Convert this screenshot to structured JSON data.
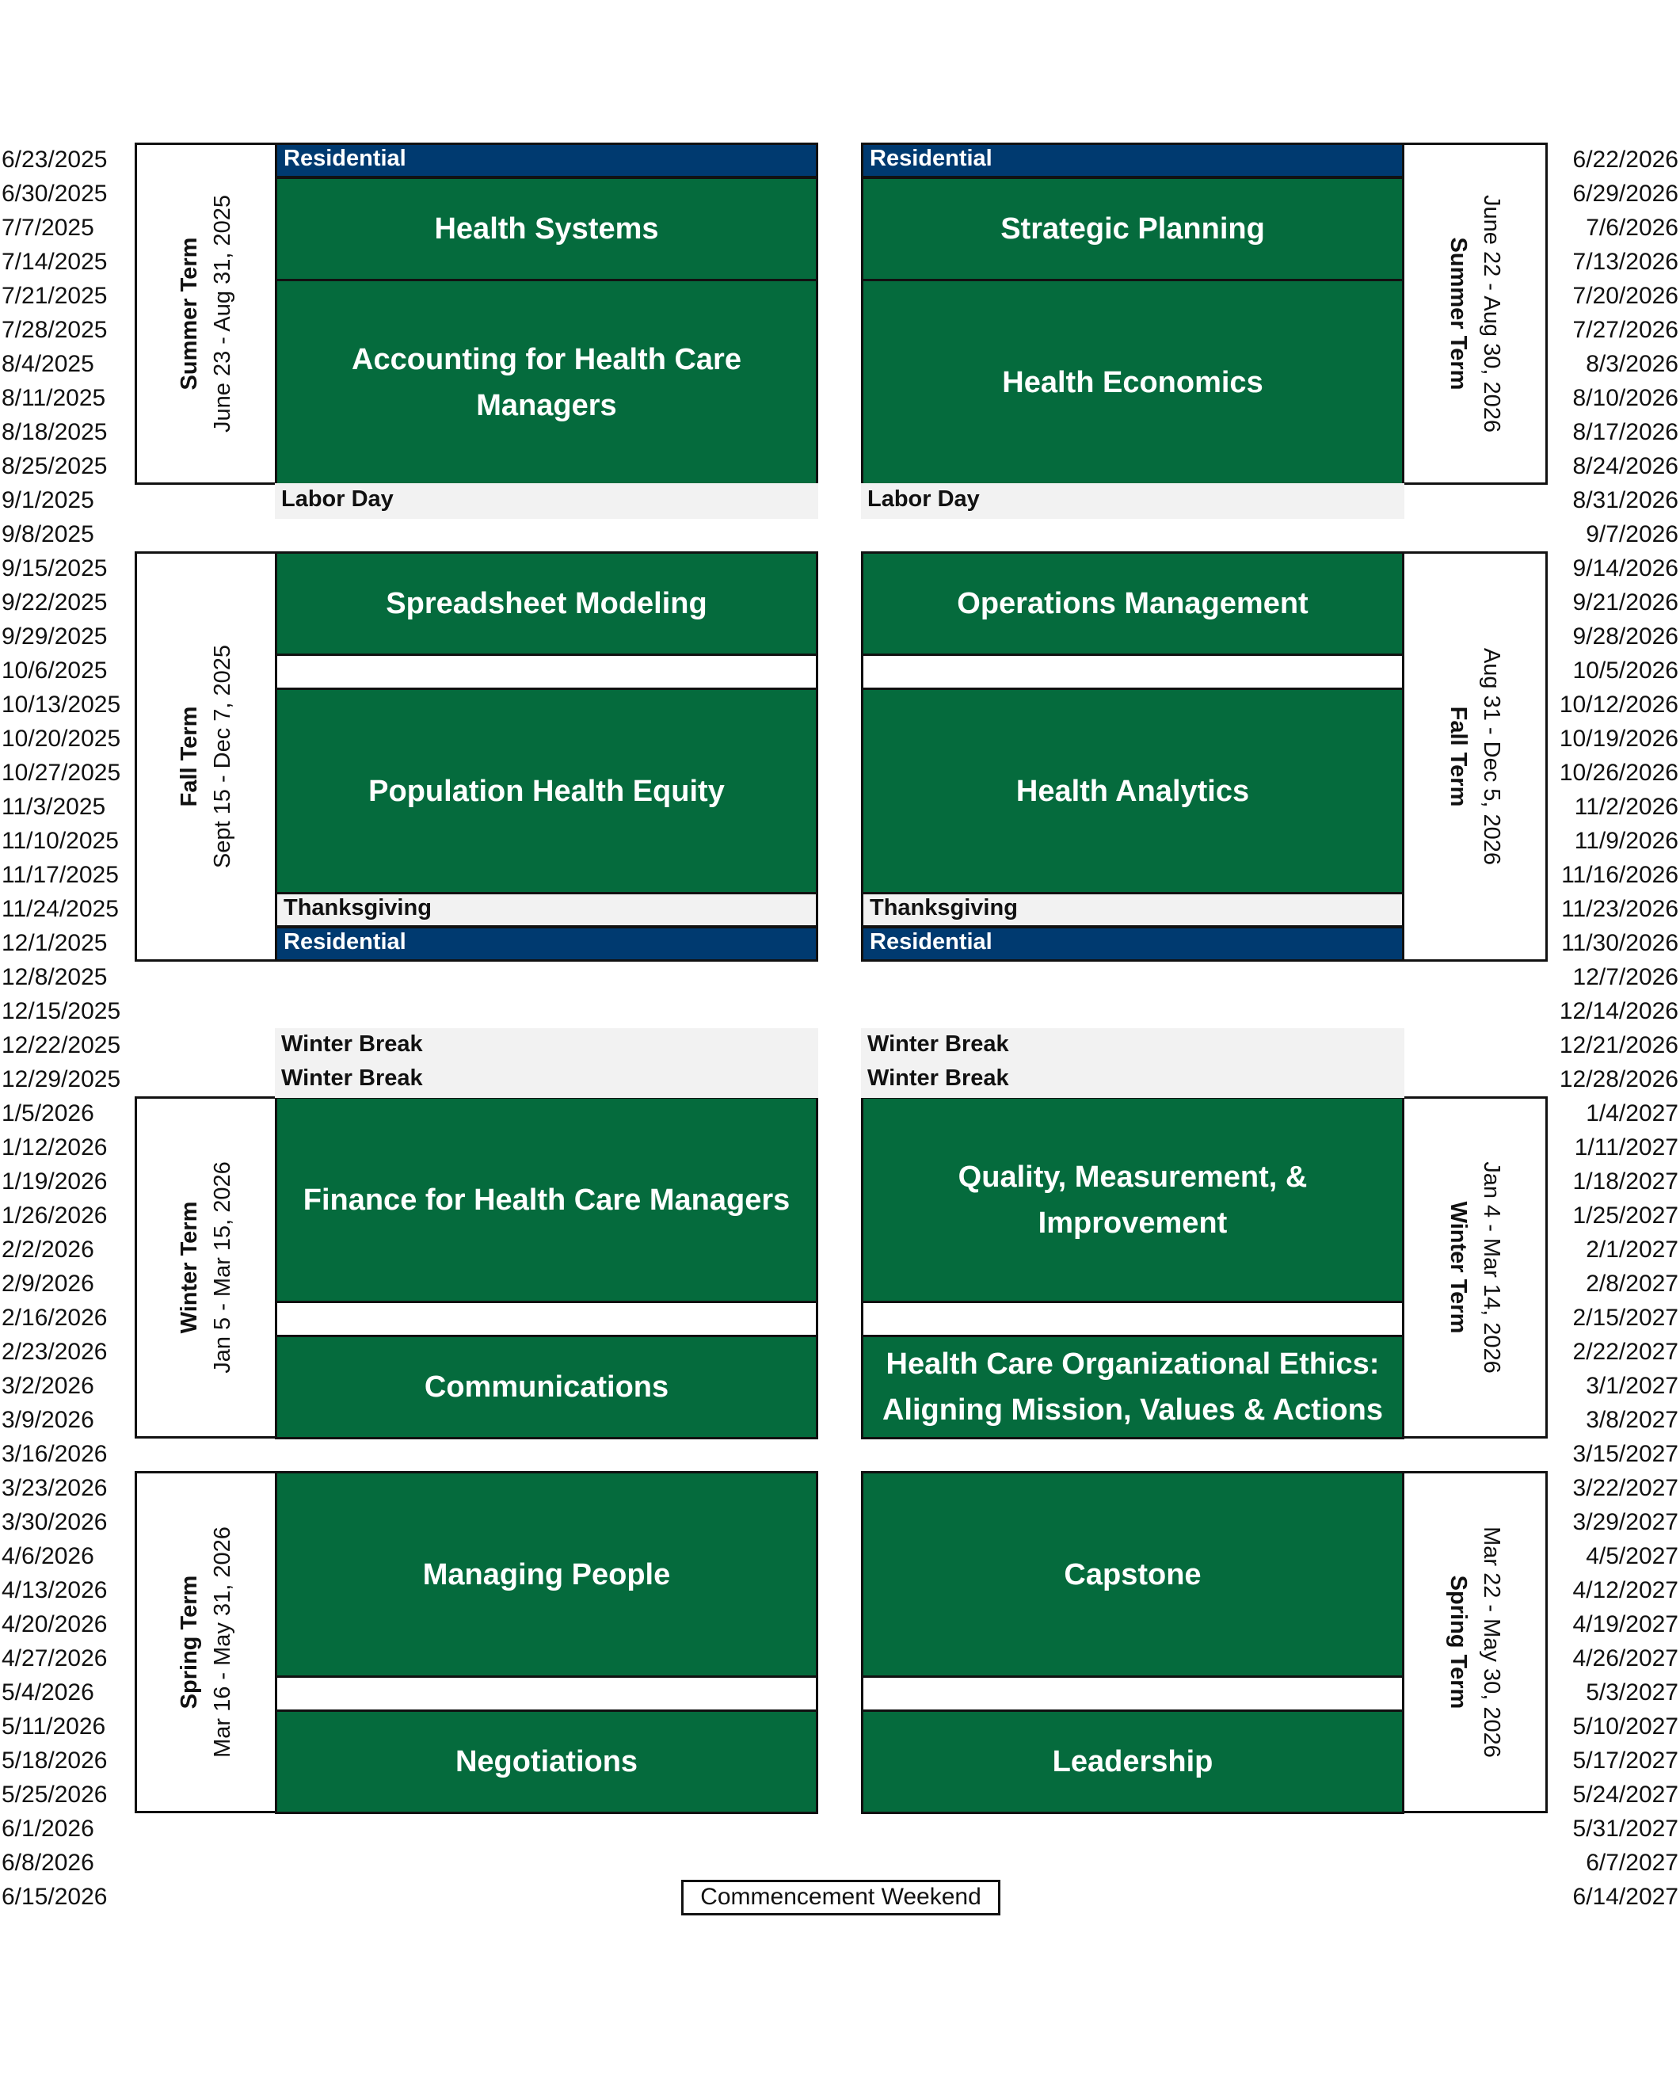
{
  "left_dates": [
    "6/23/2025",
    "6/30/2025",
    "7/7/2025",
    "7/14/2025",
    "7/21/2025",
    "7/28/2025",
    "8/4/2025",
    "8/11/2025",
    "8/18/2025",
    "8/25/2025",
    "9/1/2025",
    "9/8/2025",
    "9/15/2025",
    "9/22/2025",
    "9/29/2025",
    "10/6/2025",
    "10/13/2025",
    "10/20/2025",
    "10/27/2025",
    "11/3/2025",
    "11/10/2025",
    "11/17/2025",
    "11/24/2025",
    "12/1/2025",
    "12/8/2025",
    "12/15/2025",
    "12/22/2025",
    "12/29/2025",
    "1/5/2026",
    "1/12/2026",
    "1/19/2026",
    "1/26/2026",
    "2/2/2026",
    "2/9/2026",
    "2/16/2026",
    "2/23/2026",
    "3/2/2026",
    "3/9/2026",
    "3/16/2026",
    "3/23/2026",
    "3/30/2026",
    "4/6/2026",
    "4/13/2026",
    "4/20/2026",
    "4/27/2026",
    "5/4/2026",
    "5/11/2026",
    "5/18/2026",
    "5/25/2026",
    "6/1/2026",
    "6/8/2026",
    "6/15/2026"
  ],
  "right_dates": [
    "6/22/2026",
    "6/29/2026",
    "7/6/2026",
    "7/13/2026",
    "7/20/2026",
    "7/27/2026",
    "8/3/2026",
    "8/10/2026",
    "8/17/2026",
    "8/24/2026",
    "8/31/2026",
    "9/7/2026",
    "9/14/2026",
    "9/21/2026",
    "9/28/2026",
    "10/5/2026",
    "10/12/2026",
    "10/19/2026",
    "10/26/2026",
    "11/2/2026",
    "11/9/2026",
    "11/16/2026",
    "11/23/2026",
    "11/30/2026",
    "12/7/2026",
    "12/14/2026",
    "12/21/2026",
    "12/28/2026",
    "1/4/2027",
    "1/11/2027",
    "1/18/2027",
    "1/25/2027",
    "2/1/2027",
    "2/8/2027",
    "2/15/2027",
    "2/22/2027",
    "3/1/2027",
    "3/8/2027",
    "3/15/2027",
    "3/22/2027",
    "3/29/2027",
    "4/5/2027",
    "4/12/2027",
    "4/19/2027",
    "4/26/2027",
    "5/3/2027",
    "5/10/2027",
    "5/17/2027",
    "5/24/2027",
    "5/31/2027",
    "6/7/2027",
    "6/14/2027"
  ],
  "year1": {
    "terms": [
      {
        "name": "Summer Term",
        "range": "June 23 - Aug 31, 2025"
      },
      {
        "name": "Fall Term",
        "range": "Sept 15 - Dec 7, 2025"
      },
      {
        "name": "Winter Term",
        "range": "Jan 5 - Mar 15, 2026"
      },
      {
        "name": "Spring Term",
        "range": "Mar 16 - May 31, 2026"
      }
    ],
    "courses": [
      {
        "lines": [
          "Health Systems"
        ]
      },
      {
        "lines": [
          "Accounting for Health Care",
          "Managers"
        ]
      },
      {
        "lines": [
          "Spreadsheet Modeling"
        ]
      },
      {
        "lines": [
          "Population Health Equity"
        ]
      },
      {
        "lines": [
          "Finance for Health Care Managers"
        ]
      },
      {
        "lines": [
          "Communications"
        ]
      },
      {
        "lines": [
          "Managing People"
        ]
      },
      {
        "lines": [
          "Negotiations"
        ]
      }
    ]
  },
  "year2": {
    "terms": [
      {
        "name": "Summer Term",
        "range": "June 22 - Aug 30, 2026"
      },
      {
        "name": "Fall Term",
        "range": "Aug 31 - Dec 5, 2026"
      },
      {
        "name": "Winter Term",
        "range": "Jan 4 - Mar 14, 2026"
      },
      {
        "name": "Spring Term",
        "range": "Mar 22 - May 30, 2026"
      }
    ],
    "courses": [
      {
        "lines": [
          "Strategic Planning"
        ]
      },
      {
        "lines": [
          "Health Economics"
        ]
      },
      {
        "lines": [
          "Operations Management"
        ]
      },
      {
        "lines": [
          "Health Analytics"
        ]
      },
      {
        "lines": [
          "Quality, Measurement, &",
          "Improvement"
        ]
      },
      {
        "lines": [
          "Health Care Organizational Ethics:",
          "Aligning Mission, Values & Actions"
        ]
      },
      {
        "lines": [
          "Capstone"
        ]
      },
      {
        "lines": [
          "Leadership"
        ]
      }
    ]
  },
  "events": {
    "residential": "Residential",
    "labor_day": "Labor Day",
    "thanksgiving": "Thanksgiving",
    "winter_break": "Winter Break"
  },
  "commencement": "Commencement Weekend",
  "colors": {
    "course_green": "#056b3d",
    "residential_blue": "#003a70",
    "note_gray": "#f2f2f2"
  }
}
